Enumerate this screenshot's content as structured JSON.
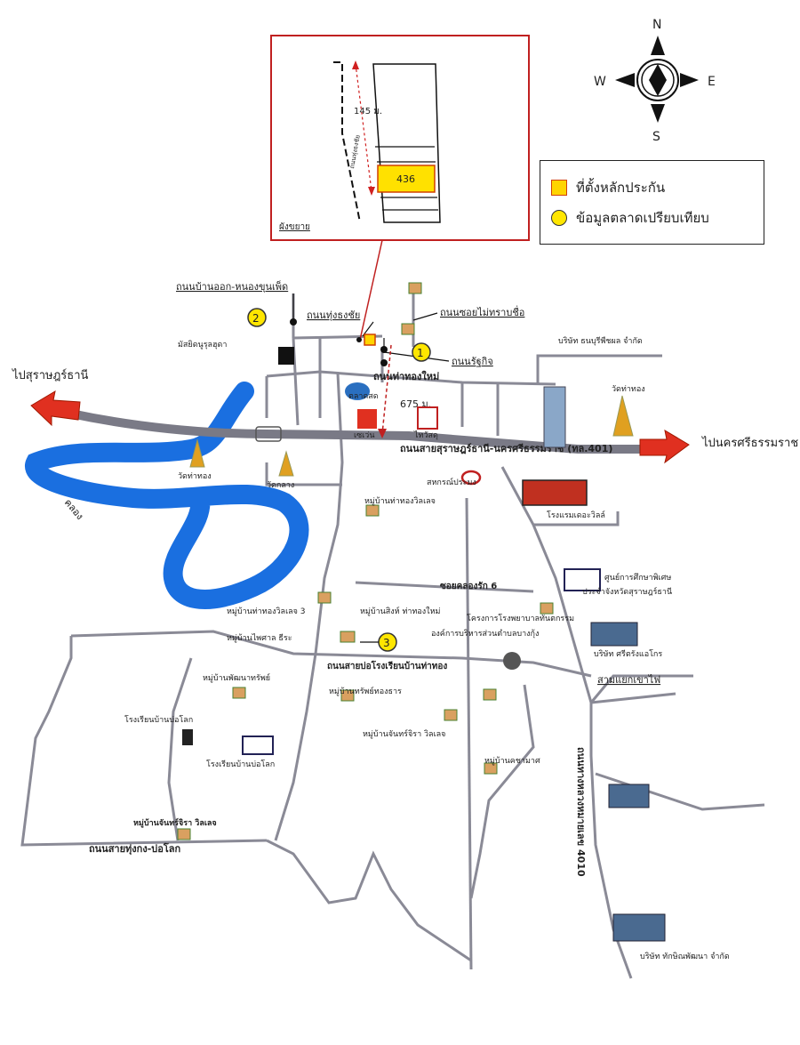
{
  "compass": {
    "n": "N",
    "s": "S",
    "e": "E",
    "w": "W"
  },
  "legend": {
    "items": [
      {
        "label": "ที่ตั้งหลักประกัน",
        "symbol": "square",
        "color": "#ffd400"
      },
      {
        "label": "ข้อมูลตลาดเปรียบเทียบ",
        "symbol": "circle",
        "color": "#ffe600"
      }
    ]
  },
  "inset": {
    "title": "ผังขยาย",
    "plot_number": "436",
    "distance": "145 ม.",
    "road_label": "ถนนทุ่งธงชัย"
  },
  "directions": {
    "west": "ไปสุราษฎร์ธานี",
    "east": "ไปนครศรีธรรมราช"
  },
  "roads": {
    "main_highway": "ถนนสายสุราษฎร์ธานี-นครศรีธรรมราช (ทล.401)",
    "ban_ok": "ถนนบ้านออก-หนองขุนเพ็ด",
    "thung_thon": "ถนนทุ่งธงชัย",
    "soi_unknown": "ถนนซอยไม่ทราบชื่อ",
    "ratthakit": "ถนนรัฐกิจ",
    "thong_mai": "ถนนท่าทองใหม่",
    "soi_ban": "ซอยคลองรัก 6",
    "school_road": "ถนนสายบ่อโรงเรียนบ้านท่าทอง",
    "thung_kong": "ถนนสายทุ่งกง-บ่อโลก",
    "highway_4010": "ถนนทางหลวงหมายเลข 4010",
    "junction": "สามแยกเขาไฟ"
  },
  "distances": {
    "main": "675 ม."
  },
  "markers": [
    "1",
    "2",
    "3"
  ],
  "places": {
    "mosque": "มัสยิดนูรุลฮุดา",
    "market": "ตลาดสด",
    "lotus": "เซเว่น",
    "seven": "ไทวัสดุ",
    "company_top": "บริษัท ธนบุรีพืชผล จำกัด",
    "temple_right": "วัดท่าทอง",
    "temple_left1": "วัดท่าทอง",
    "temple_left2": "วัดกลาง",
    "toyota": "สหกรณ์ประมง",
    "village_1": "หมู่บ้านท่าทองวิลเลจ",
    "hotel": "โรงแรมเดอะวิลล์",
    "education_center": "ศูนย์การศึกษาพิเศษ",
    "education_center_sub": "ประจำจังหวัดสุราษฎร์ธานี",
    "village_2": "หมู่บ้านท่าทองวิลเลจ 3",
    "village_3": "หมู่บ้านสิงห์ ท่าทองใหม่",
    "village_4": "หมู่บ้านไพศาล ธีระ",
    "project": "โครงการโรงพยาบาลทันตกรรม",
    "sub_district": "องค์การบริหารส่วนตำบลบางกุ้ง",
    "company_mid": "บริษัท ศรีตรังแอโกร",
    "village_5": "หมู่บ้านพัฒนาทรัพย์",
    "village_6": "หมู่บ้านทรัพย์ทองธาร",
    "village_7": "หมู่บ้านจันทร์จิรา วิลเลจ",
    "village_8": "หมู่บ้านคชามาศ",
    "school_1": "โรงเรียนบ้านบ่อโลก",
    "school_2": "โรงเรียนบ้านบ่อโลก",
    "village_9": "หมู่บ้านจันทร์จิรา วิลเลจ",
    "company_bottom": "บริษัท ทักษิณพัฒนา จำกัด",
    "river_label": "คลอง"
  }
}
